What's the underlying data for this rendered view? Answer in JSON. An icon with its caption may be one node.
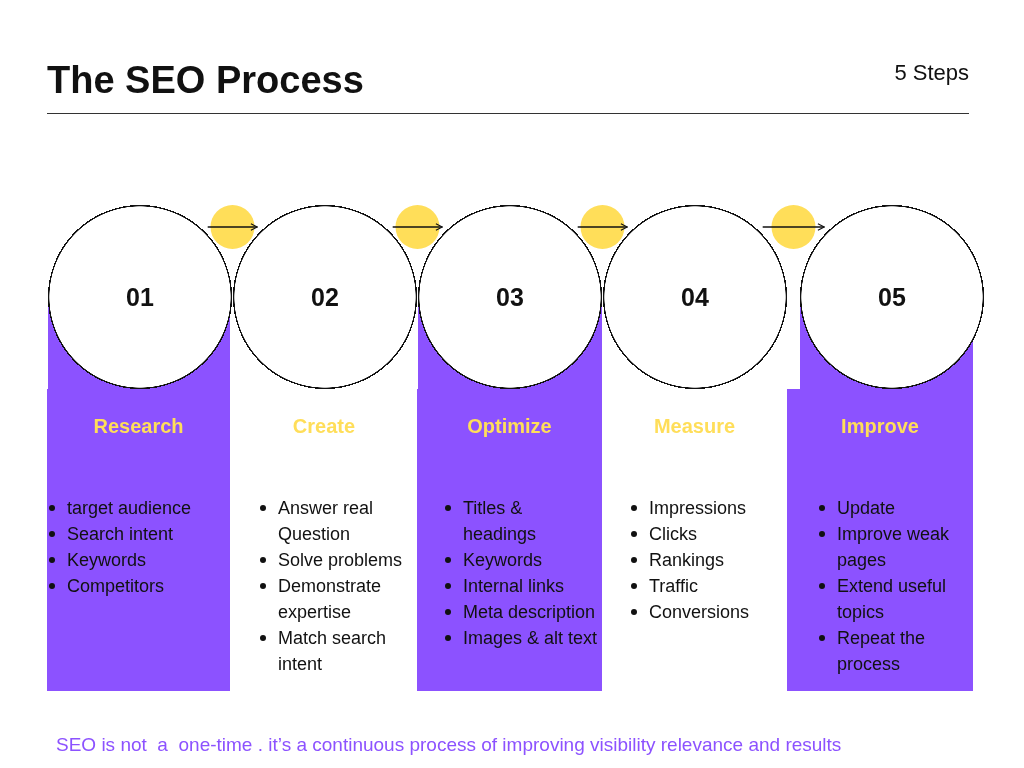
{
  "diagram": {
    "title": "The SEO Process",
    "caption": "SEO is not  a  one-time . it’s a continuous process of improving visibility relevance and results",
    "nodes": [
      {
        "text": [
          "01"
        ]
      },
      {
        "text": [
          "02"
        ]
      },
      {
        "text": [
          "03"
        ]
      },
      {
        "text": [
          "04"
        ]
      },
      {
        "text": [
          "05"
        ]
      },
      {
        "text": [
          "Research",
          "target audience",
          "Search intent",
          "Keywords",
          "Competitors"
        ]
      },
      {
        "text": [
          "Create",
          "Answer real Question",
          "Solve problems",
          "Demonstrate expertise",
          "Match search intent"
        ]
      },
      {
        "text": [
          "Optimize",
          "Titles & headings",
          "Keywords",
          "Internal links",
          "Meta description",
          "Images & alt text"
        ]
      },
      {
        "text": [
          "Measure",
          "Impressions",
          "Clicks",
          "Rankings",
          "Traffic",
          "Conversions"
        ]
      },
      {
        "text": [
          "Improve",
          "Update",
          "Improve weak pages",
          "Extend useful topics",
          "Repeat the process"
        ]
      }
    ],
    "edges": [
      {
        "from": 0,
        "to": 1,
        "arrow": "to"
      },
      {
        "from": 1,
        "to": 2,
        "arrow": "to"
      },
      {
        "from": 2,
        "to": 3,
        "arrow": "to"
      },
      {
        "from": 3,
        "to": 4,
        "arrow": "to"
      }
    ],
    "labels": [
      "5 Steps"
    ]
  }
}
